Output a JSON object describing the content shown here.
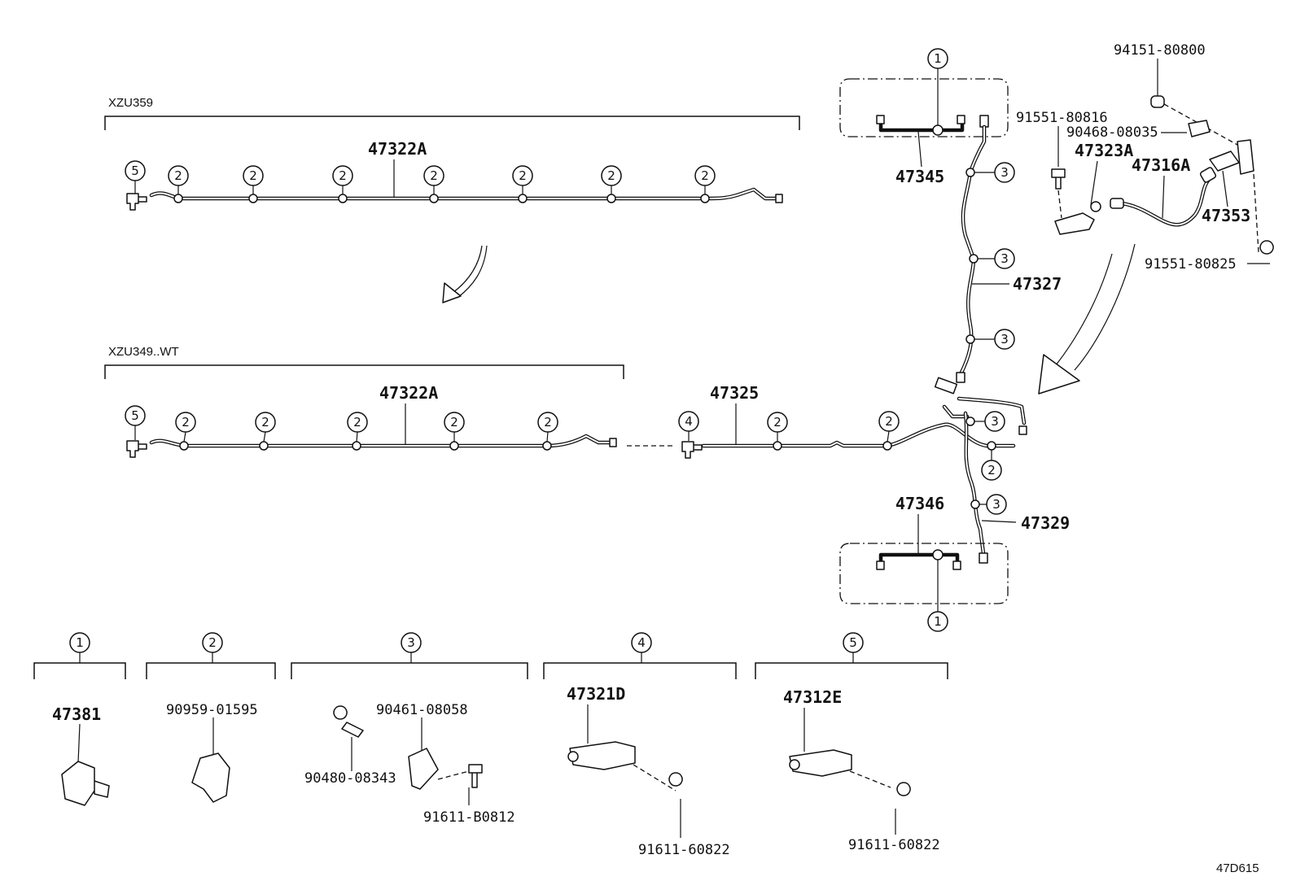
{
  "variants": {
    "top": "XZU359",
    "bottom": "XZU349..WT"
  },
  "callout_numbers": [
    "1",
    "2",
    "3",
    "4",
    "5"
  ],
  "parts": {
    "p47322A_top": "47322A",
    "p47322A_bottom": "47322A",
    "p47325": "47325",
    "p47345": "47345",
    "p47346": "47346",
    "p47327": "47327",
    "p47329": "47329",
    "p47323A": "47323A",
    "p47316A": "47316A",
    "p47353": "47353",
    "p94151": "94151-80800",
    "p91551_816": "91551-80816",
    "p90468": "90468-08035",
    "p91551_825": "91551-80825",
    "p47381": "47381",
    "p90959": "90959-01595",
    "p90461": "90461-08058",
    "p90480": "90480-08343",
    "p91611_B": "91611-B0812",
    "p47321D": "47321D",
    "p91611_a": "91611-60822",
    "p47312E": "47312E",
    "p91611_b": "91611-60822"
  },
  "reference_code": "47D615"
}
